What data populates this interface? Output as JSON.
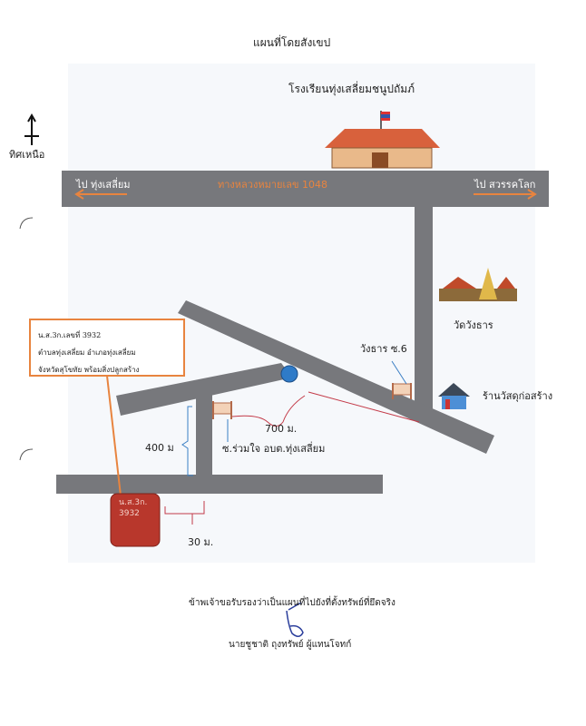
{
  "title": "แผนที่โดยสังเขป",
  "north_label": "ทิศเหนือ",
  "school_label": "โรงเรียนทุ่งเสลี่ยมชนูปถัมภ์",
  "highway": {
    "label": "ทางหลวงหมายเลข 1048",
    "left_direction": "ไป ทุ่งเสลี่ยม",
    "right_direction": "ไป สวรรคโลก"
  },
  "landmarks": {
    "temple": "วัดวังธาร",
    "soi6": "วังธาร ซ.6",
    "store": "ร้านวัสดุก่อสร้าง",
    "soi_ruamjai": "ซ.ร่วมใจ อบต.ทุ่งเสลี่ยม"
  },
  "distances": {
    "d700": "700 ม.",
    "d400": "400 ม",
    "d30": "30 ม."
  },
  "info_box": {
    "line1": "น.ส.3ก.เลขที่ 3932",
    "line2": "ตำบลทุ่งเสลี่ยม  อำเภอทุ่งเสลี่ยม",
    "line3": "จังหวัดสุโขทัย พร้อมสิ่งปลูกสร้าง"
  },
  "parcel": {
    "line1": "น.ส.3ก.",
    "line2": "3932"
  },
  "certification": "ข้าพเจ้าขอรับรองว่าเป็นแผนที่ไปยังที่ตั้งทรัพย์ที่ยึดจริง",
  "signer": "นายชูชาติ ถุงทรัพย์ ผู้แทนโจทก์",
  "colors": {
    "road": "#77787c",
    "accent": "#e8843f",
    "parcel": "#b8372c",
    "brace_blue": "#3b7fc4",
    "brace_red": "#c33a48"
  }
}
